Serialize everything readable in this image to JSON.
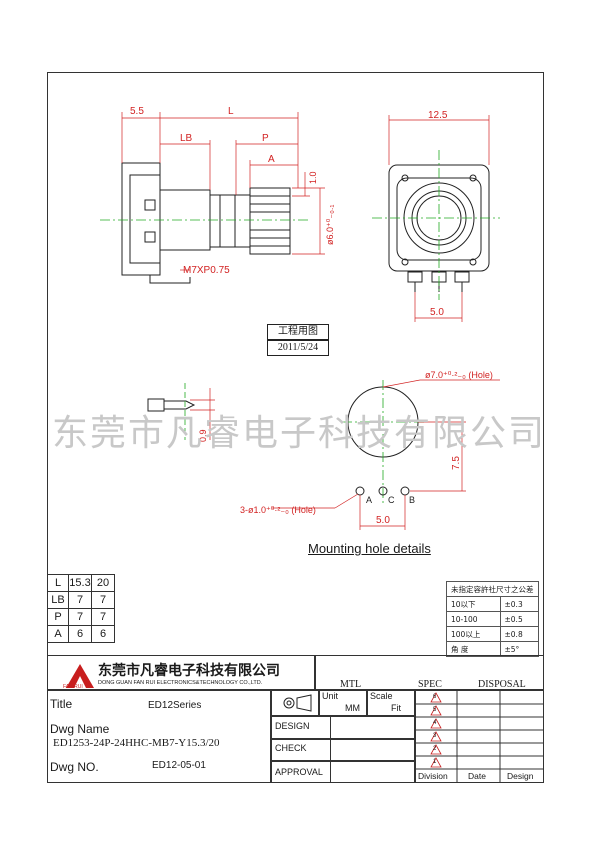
{
  "dimensions": {
    "d_5_5": "5.5",
    "d_L": "L",
    "d_LB": "LB",
    "d_P": "P",
    "d_A": "A",
    "d_1_0": "1.0",
    "d_phi6": "ø6.0⁺⁰₋₀.₁",
    "d_m7": "M7XP0.75",
    "d_12_5": "12.5",
    "d_5_0_top": "5.0",
    "d_0_9": "0.9",
    "d_phi7": "ø7.0⁺⁰·²₋₀ (Hole)",
    "d_7_5": "7.5",
    "d_holes": "3-ø1.0⁺⁰·²₋₀ (Hole)",
    "d_5_0_bottom": "5.0",
    "pin_a": "A",
    "pin_c": "C",
    "pin_b": "B"
  },
  "stamp": {
    "line1": "工程用图",
    "line2": "2011/5/24"
  },
  "watermark": "东莞市凡睿电子科技有限公司",
  "mounting_title": "Mounting hole details",
  "dim_table": {
    "rows": [
      {
        "key": "L",
        "v1": "15.3",
        "v2": "20"
      },
      {
        "key": "LB",
        "v1": "7",
        "v2": "7"
      },
      {
        "key": "P",
        "v1": "7",
        "v2": "7"
      },
      {
        "key": "A",
        "v1": "6",
        "v2": "6"
      }
    ]
  },
  "tolerance": {
    "header": "未指定容許社尺寸之公差",
    "rows": [
      {
        "range": "10以下",
        "tol": "±0.3"
      },
      {
        "range": "10-100",
        "tol": "±0.5"
      },
      {
        "range": "100以上",
        "tol": "±0.8"
      },
      {
        "range": "角  度",
        "tol": "±5°"
      }
    ]
  },
  "company": {
    "name_cn": "东莞市凡睿电子科技有限公司",
    "name_en": "DONG GUAN FAN RUI ELECTRONICS&TECHNOLOGY CO.,LTD.",
    "logo_text": "FAN RUI"
  },
  "title_block": {
    "mtl": "MTL",
    "spec": "SPEC",
    "disposal": "DISPOSAL",
    "title_label": "Title",
    "title_value": "ED12Series",
    "dwg_name_label": "Dwg Name",
    "dwg_name_value": "ED1253-24P-24HHC-MB7-Y15.3/20",
    "dwg_no_label": "Dwg NO.",
    "dwg_no_value": "ED12-05-01",
    "unit_label": "Unit",
    "unit_value": "MM",
    "scale_label": "Scale",
    "scale_value": "Fit",
    "design": "DESIGN",
    "check": "CHECK",
    "approval": "APPROVAL",
    "revisions": [
      "6",
      "5",
      "4",
      "3",
      "2",
      "1"
    ],
    "division": "Division",
    "date": "Date",
    "design_col": "Design"
  },
  "colors": {
    "line": "#222222",
    "center": "#22aa22",
    "dim": "#d22222",
    "watermark": "#c8c8c8",
    "logo_red": "#c81e1e"
  }
}
